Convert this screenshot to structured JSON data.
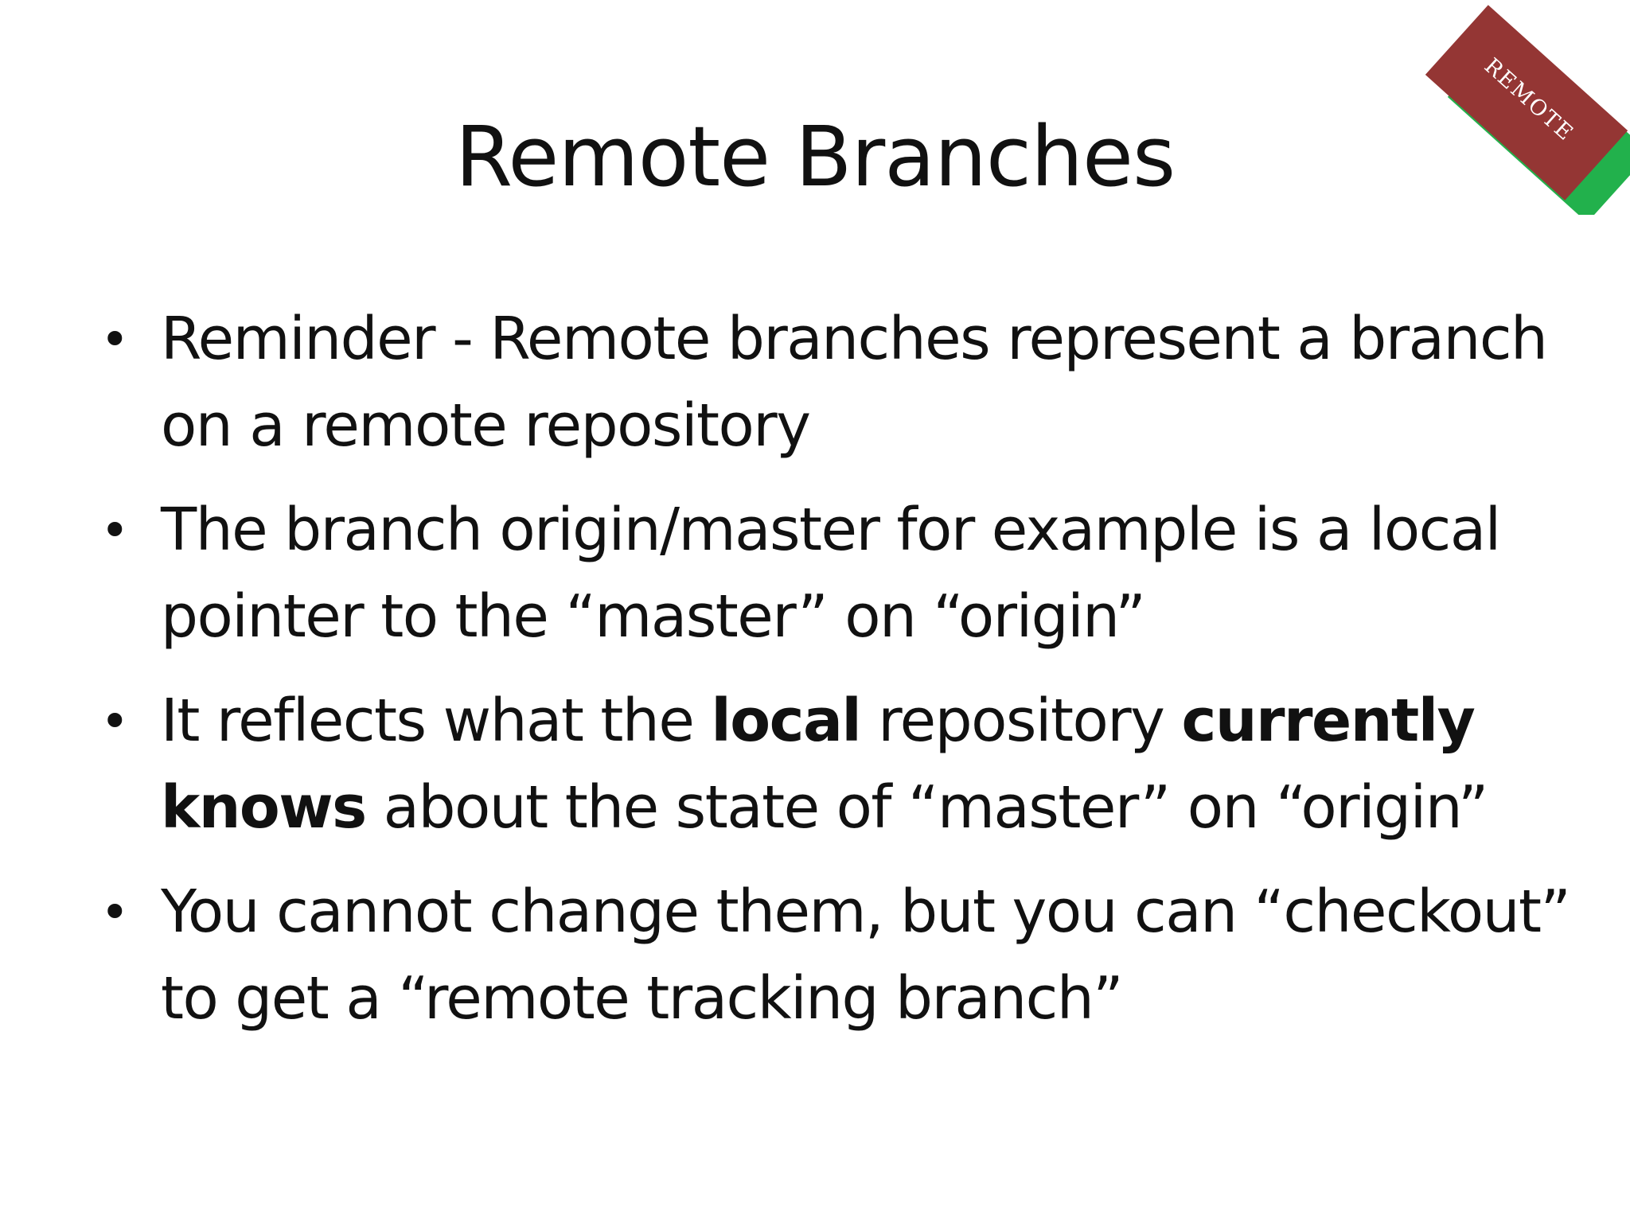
{
  "slide": {
    "title": "Remote Branches",
    "badge": {
      "label": "REMOTE",
      "colors": {
        "front": "#943634",
        "back": "#22b14c"
      }
    },
    "bullet_glyph": "•",
    "bullets": [
      {
        "parts": [
          {
            "text": "Reminder - Remote branches represent a branch on a remote repository",
            "bold": false
          }
        ]
      },
      {
        "parts": [
          {
            "text": "The branch origin/master for example is a local pointer to the “master” on “origin”",
            "bold": false
          }
        ]
      },
      {
        "parts": [
          {
            "text": "It reflects what the ",
            "bold": false
          },
          {
            "text": "local",
            "bold": true
          },
          {
            "text": " repository ",
            "bold": false
          },
          {
            "text": "currently knows",
            "bold": true
          },
          {
            "text": " about the state of “master” on “origin”",
            "bold": false
          }
        ]
      },
      {
        "parts": [
          {
            "text": "You cannot change them, but you can “checkout” to get a “remote tracking branch”",
            "bold": false
          }
        ]
      }
    ]
  }
}
